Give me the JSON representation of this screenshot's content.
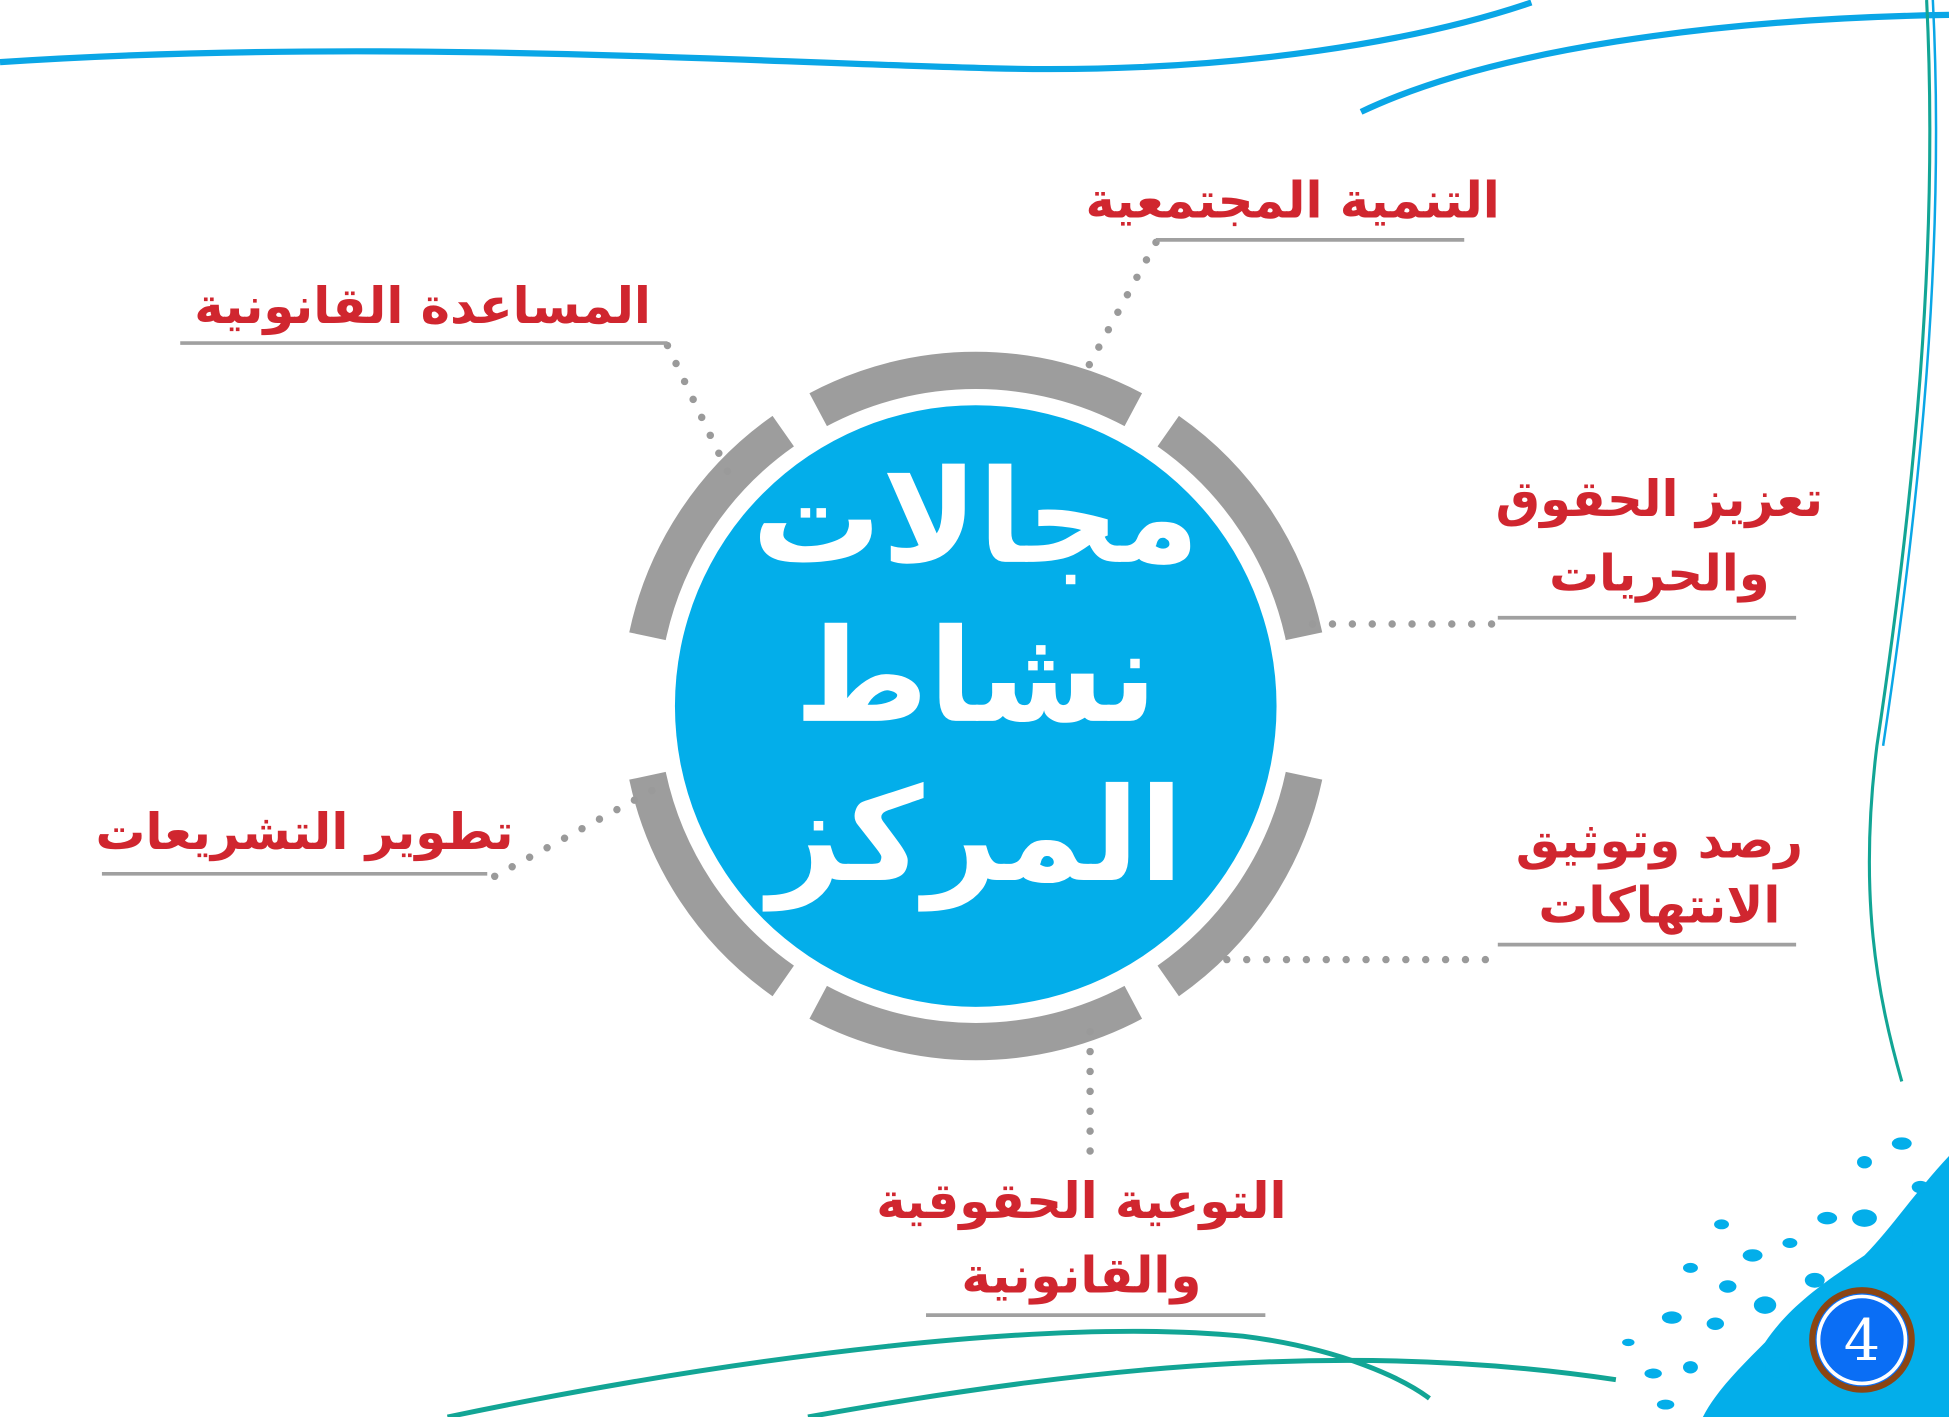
{
  "title": {
    "line1": "مجالات",
    "line2": "نشاط",
    "line3": "المركز"
  },
  "areas": [
    {
      "id": "community-development",
      "lines": [
        "التنمية المجتمعية"
      ]
    },
    {
      "id": "legal-aid",
      "lines": [
        "المساعدة القانونية"
      ]
    },
    {
      "id": "rights-freedoms",
      "lines": [
        "تعزيز الحقوق",
        "والحريات"
      ]
    },
    {
      "id": "monitoring-violations",
      "lines": [
        "رصد وتوثيق",
        "الانتهاكات"
      ]
    },
    {
      "id": "legislation-development",
      "lines": [
        "تطوير التشريعات"
      ]
    },
    {
      "id": "awareness",
      "lines": [
        "التوعية الحقوقية",
        "والقانونية"
      ]
    }
  ],
  "page_number": "4",
  "colors": {
    "center": "#03aeea",
    "label": "#d0262f",
    "ring": "#9d9d9d",
    "page_badge": "#0a6ef5",
    "page_badge_border": "#8b4513",
    "teal": "#12a595"
  }
}
